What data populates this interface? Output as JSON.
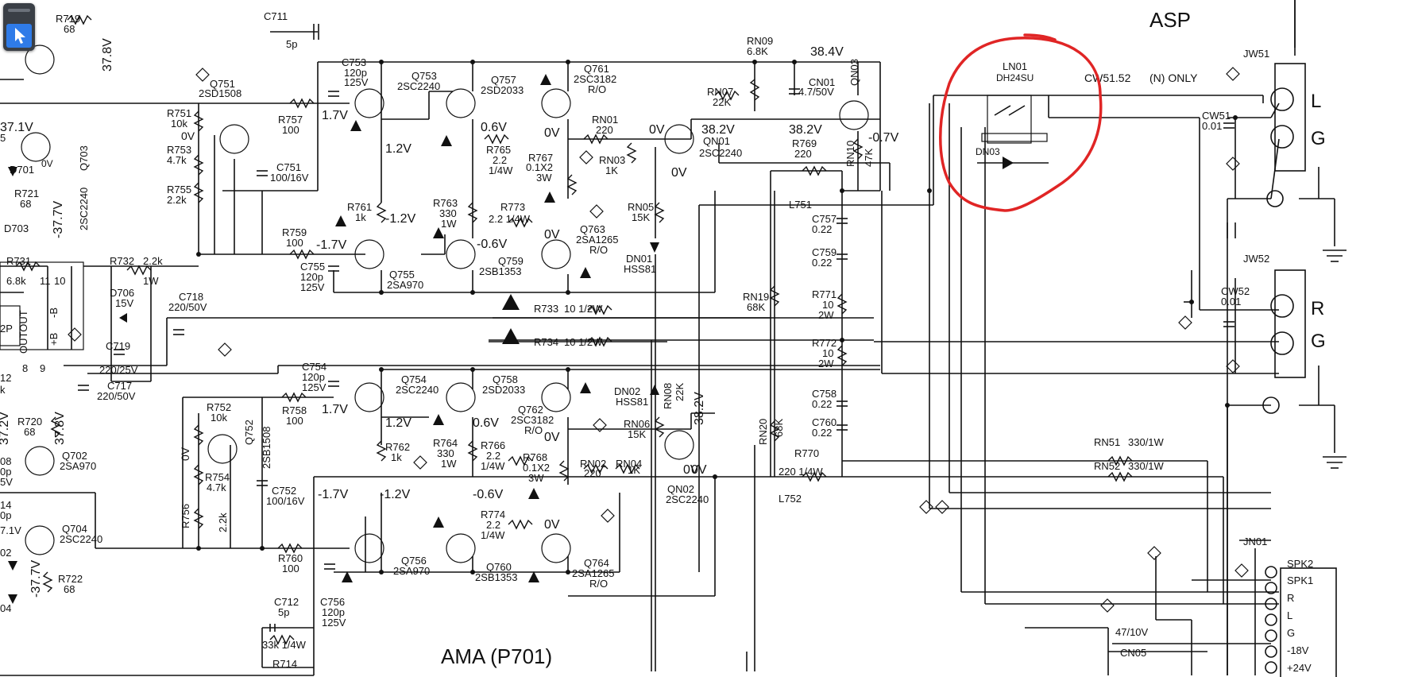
{
  "block_titles": {
    "amp": "AMA (P701)",
    "asp": "ASP"
  },
  "relay": {
    "ref": "LN01",
    "part": "DH24SU",
    "diode": "DN03",
    "note_ref": "CW51.52",
    "note": "(N) ONLY"
  },
  "voltages": {
    "v1": "37.8V",
    "v2": "37.1V",
    "v3": "-37.7V",
    "v4": "38.4V",
    "v5": "38.2V",
    "v6": "38.2V",
    "v7": "-0.7V",
    "v8": "1.7V",
    "v9": "1.2V",
    "v10": "0.6V",
    "v11": "0V",
    "v12": "0V",
    "v13": "0V",
    "v14": "0V",
    "v15": "-1.2V",
    "v16": "-0.6V",
    "v17": "0V",
    "v18": "-1.7V",
    "v19": "1.7V",
    "v20": "1.2V",
    "v21": "0.6V",
    "v22": "0V",
    "v23": "38.2V",
    "v24": "0V",
    "v25": "0V",
    "v26": "-1.7V",
    "v27": "-1.2V",
    "v28": "-0.6V",
    "v29": "0V",
    "v30": "37.2V",
    "v31": "37.8V",
    "v32": "0V",
    "v33": "-37.7V",
    "v34": "0V"
  },
  "transistors": {
    "q719": "R719",
    "q719v": "68",
    "q751": "Q751",
    "q751p": "2SD1508",
    "q753": "Q753",
    "q753p": "2SC2240",
    "q757": "Q757",
    "q757p": "2SD2033",
    "q761": "Q761",
    "q761p": "2SC3182",
    "q761r": "R/O",
    "qn01": "QN01",
    "qn01p": "2SC2240",
    "qn03": "QN03",
    "q703": "Q703",
    "q703p": "2SC2240",
    "q755": "Q755",
    "q755p": "2SA970",
    "q759": "Q759",
    "q759p": "2SB1353",
    "q763": "Q763",
    "q763p": "2SA1265",
    "q763r": "R/O",
    "q754": "Q754",
    "q754p": "2SC2240",
    "q758": "Q758",
    "q758p": "2SD2033",
    "q762": "Q762",
    "q762p": "2SC3182",
    "q762r": "R/O",
    "q752": "Q752",
    "q752p": "2SB1508",
    "qn02": "QN02",
    "qn02p": "2SC2240",
    "q702": "Q702",
    "q702p": "2SA970",
    "q704": "Q704",
    "q704p": "2SC2240",
    "q756": "Q756",
    "q756p": "2SA970",
    "q760": "Q760",
    "q760p": "2SB1353",
    "q764": "Q764",
    "q764p": "2SA1265",
    "q764r": "R/O"
  },
  "parts": {
    "c711": "C711",
    "c711v": "5p",
    "rn09": "RN09",
    "rn09v": "6.8K",
    "c753": "C753",
    "c753v1": "120p",
    "c753v2": "125V",
    "cn01": "CN01",
    "cn01v": "4.7/50V",
    "rn07": "RN07",
    "rn07v": "22K",
    "r751": "R751",
    "r751v": "10k",
    "r757": "R757",
    "r757v": "100",
    "rn01": "RN01",
    "rn01v": "220",
    "r753": "R753",
    "r753v": "4.7k",
    "rn03": "RN03",
    "rn03v": "1K",
    "r765": "R765",
    "r765v1": "2.2",
    "r765v2": "1/4W",
    "r767": "R767",
    "r767v1": "0.1X2",
    "r767v2": "3W",
    "r769": "R769",
    "r769v": "220",
    "rn10": "RN10",
    "rn10v": "47K",
    "c751": "C751",
    "c751v": "100/16V",
    "r755": "R755",
    "r755v": "2.2k",
    "r721": "R721",
    "r721v": "68",
    "d701": "D701",
    "l751": "L751",
    "r761": "R761",
    "r761v": "1k",
    "r763": "R763",
    "r763v1": "330",
    "r763v2": "1W",
    "r773": "R773",
    "r773v": "2.2 1/4W",
    "rn05": "RN05",
    "rn05v": "15K",
    "c757": "C757",
    "c757v": "0.22",
    "d703": "D703",
    "r759": "R759",
    "r759v": "100",
    "c759": "C759",
    "c759v": "0.22",
    "dn01": "DN01",
    "dn01p": "HSS81",
    "r731": "R731",
    "r731v": "6.8k",
    "r732": "R732",
    "r732v": "2.2k",
    "r732w": "1W",
    "c755": "C755",
    "c755v1": "120p",
    "c755v2": "125V",
    "d706": "D706",
    "d706v": "15V",
    "c718": "C718",
    "c718v": "220/50V",
    "rn19": "RN19",
    "rn19v": "68K",
    "r771": "R771",
    "r771v1": "10",
    "r771v2": "2W",
    "r733": "R733",
    "r733v": "10 1/2W",
    "r734": "R734",
    "r734v": "10 1/2W",
    "c719": "C719",
    "c719v": "220/25V",
    "c717": "C717",
    "c717v": "220/50V",
    "r772": "R772",
    "r772v1": "10",
    "r772v2": "2W",
    "c754": "C754",
    "c754v1": "120p",
    "c754v2": "125V",
    "r752": "R752",
    "r752v": "10k",
    "r758": "R758",
    "r758v": "100",
    "dn02": "DN02",
    "dn02p": "HSS81",
    "rn08": "RN08",
    "rn08v": "22K",
    "c758": "C758",
    "c758v": "0.22",
    "r720": "R720",
    "r720v": "68",
    "r762": "R762",
    "r762v": "1k",
    "r764": "R764",
    "r764v1": "330",
    "r764v2": "1W",
    "r766": "R766",
    "r766v1": "2.2",
    "r766v2": "1/4W",
    "r768": "R768",
    "r768v1": "0.1X2",
    "r768v2": "3W",
    "rn06": "RN06",
    "rn06v": "15K",
    "c760": "C760",
    "c760v": "0.22",
    "rn02": "RN02",
    "rn02v": "220",
    "rn04": "RN04",
    "rn04v": "1K",
    "rn20": "RN20",
    "rn20v": "68K",
    "r770": "R770",
    "r770v": "220 1/4W",
    "r754": "R754",
    "r754v": "4.7k",
    "r756": "R756",
    "r756v": "2.2k",
    "c752": "C752",
    "c752v": "100/16V",
    "l752": "L752",
    "r774": "R774",
    "r774v1": "2.2",
    "r774v2": "1/4W",
    "r722": "R722",
    "r722v": "68",
    "r760": "R760",
    "r760v": "100",
    "c712": "C712",
    "c712v": "5p",
    "c756": "C756",
    "c756v1": "120p",
    "c756v2": "125V",
    "r714": "R714",
    "r714v": "33k 1/4W",
    "rn51": "RN51",
    "rn51v": "330/1W",
    "rn52": "RN52",
    "rn52v": "330/1W",
    "jw51": "JW51",
    "jw52": "JW52",
    "cw51": "CW51",
    "cw51v": "0.01",
    "cw52": "CW52",
    "cw52v": "0.01",
    "cn05": "CN05",
    "cn05v": "47/10V"
  },
  "jacks": {
    "l": "L",
    "g1": "G",
    "r": "R",
    "g2": "G"
  },
  "ic_left": {
    "label": "OUTOUT",
    "pins": [
      "11",
      "10",
      "9",
      "8"
    ],
    "pin_b1": "-B",
    "pin_b2": "+B",
    "partial": "2P"
  },
  "connector": {
    "ref": "JN01",
    "pins": [
      "SPK2",
      "SPK1",
      "R",
      "L",
      "G",
      "-18V",
      "+24V"
    ]
  },
  "partials": {
    "p1": "14",
    "p2": "0p",
    "p3": "7.1V",
    "p4": "12",
    "p5": "k",
    "p6": "02",
    "p7": "04",
    "p8": "08",
    "p9": "0p",
    "p10": "5V",
    "p11": "5"
  },
  "accent": {
    "annotation": "#e02525",
    "tool": "#2f7be8"
  }
}
